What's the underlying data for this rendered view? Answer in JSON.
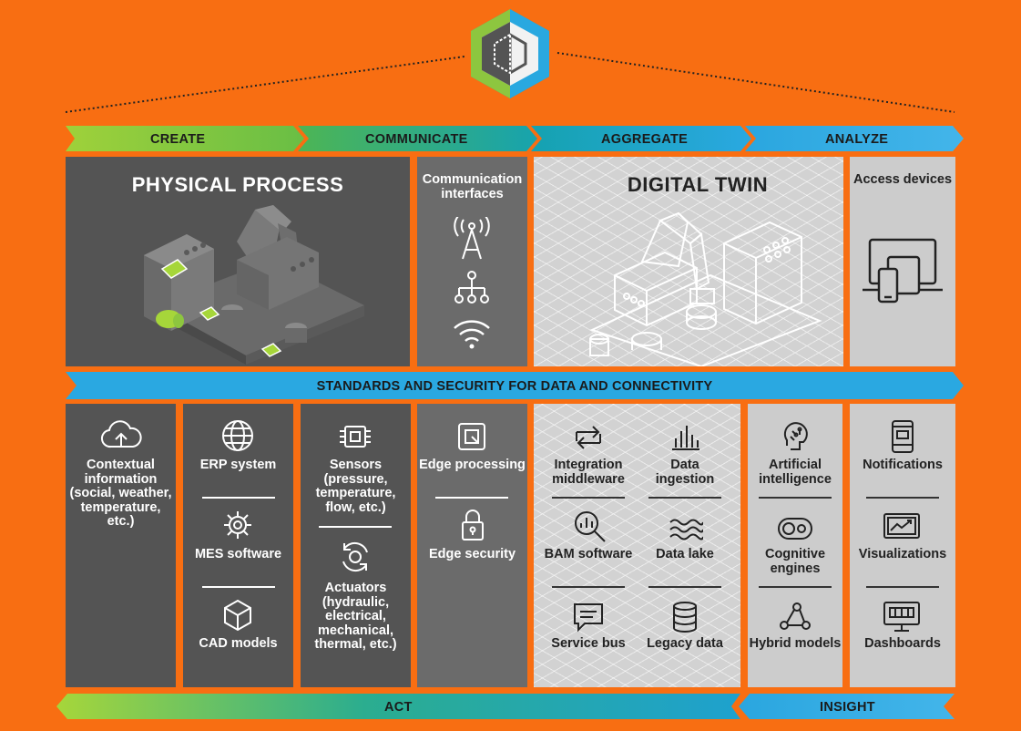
{
  "colors": {
    "background": "#F86E12",
    "dark_panel": "#545454",
    "mid_panel": "#6b6b6b",
    "light_panel": "#cccccc",
    "blue": "#29A8E0",
    "green": "#8DC63F",
    "teal": "#1BA3A9",
    "accent_lime": "#A6D63A"
  },
  "stages": [
    "CREATE",
    "COMMUNICATE",
    "AGGREGATE",
    "ANALYZE"
  ],
  "standards_bar": "STANDARDS AND SECURITY FOR DATA AND CONNECTIVITY",
  "bottom_bar": {
    "act": "ACT",
    "insight": "INSIGHT"
  },
  "top": {
    "physical_process": "PHYSICAL PROCESS",
    "communication_interfaces": "Communication interfaces",
    "digital_twin": "DIGITAL TWIN",
    "access_devices": "Access devices"
  },
  "columns": {
    "contextual": "Contextual information (social, weather, temperature, etc.)",
    "erp": "ERP system",
    "mes": "MES software",
    "cad": "CAD models",
    "sensors": "Sensors (pressure, temperature, flow, etc.)",
    "actuators": "Actuators (hydraulic, electrical, mechanical, thermal, etc.)",
    "edge_processing": "Edge processing",
    "edge_security": "Edge security",
    "integration": "Integration middleware",
    "data_ingestion": "Data ingestion",
    "bam": "BAM software",
    "data_lake": "Data lake",
    "service_bus": "Service bus",
    "legacy_data": "Legacy data",
    "ai": "Artificial intelligence",
    "cognitive": "Cognitive engines",
    "hybrid": "Hybrid models",
    "notifications": "Notifications",
    "visualizations": "Visualizations",
    "dashboards": "Dashboards"
  },
  "icons": [
    "hex-logo-icon",
    "factory-robot-icon",
    "antenna-icon",
    "network-hierarchy-icon",
    "wifi-icon",
    "digital-twin-robot-icon",
    "devices-icon",
    "cloud-upload-icon",
    "globe-icon",
    "gear-icon",
    "cube-icon",
    "chip-icon",
    "rotate-arrows-icon",
    "edge-processing-icon",
    "padlock-icon",
    "swap-arrows-icon",
    "bar-chart-icon",
    "magnifier-chart-icon",
    "waves-icon",
    "message-icon",
    "database-icon",
    "brain-icon",
    "cogs-icon",
    "molecule-icon",
    "phone-icon",
    "monitor-chart-icon",
    "dashboard-icon"
  ]
}
